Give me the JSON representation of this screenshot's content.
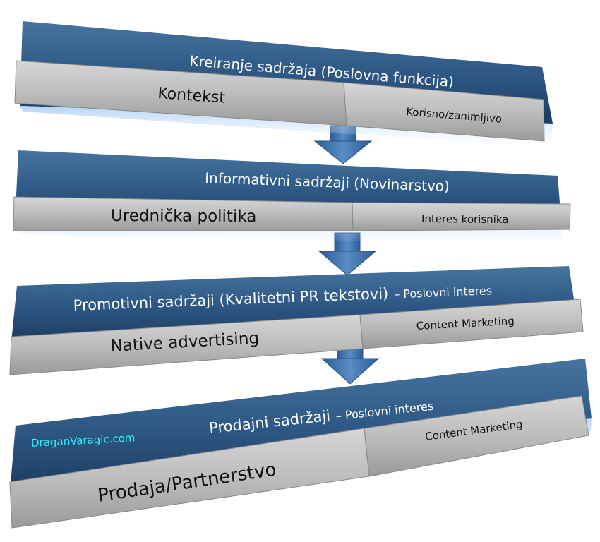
{
  "stages": [
    {
      "title": "Kreiranje sadržaja (Poslovna funkcija)",
      "left_label": "Kontekst",
      "right_label": "Korisno/zanimljivo"
    },
    {
      "title": "Informativni sadržaji (Novinarstvo)",
      "left_label": "Urednička politika",
      "right_label": "Interes korisnika"
    },
    {
      "title": "Promotivni sadržaji (Kvalitetni PR tekstovi)",
      "title_suffix": "– Poslovni interes",
      "left_label": "Native advertising",
      "right_label": "Content Marketing"
    },
    {
      "title": "Prodajni sadržaji",
      "title_suffix": "– Poslovni interes",
      "left_label": "Prodaja/Partnerstvo",
      "right_label": "Content Marketing"
    }
  ],
  "watermark": "DraganVaragic.com",
  "colors": {
    "banner_top": "#3f6d9c",
    "banner_bottom": "#1d3f66",
    "gray_top": "#d2d2d2",
    "gray_bottom": "#9b9b9b",
    "arrow": "#3a6fa8",
    "watermark": "#2ff1f7"
  }
}
